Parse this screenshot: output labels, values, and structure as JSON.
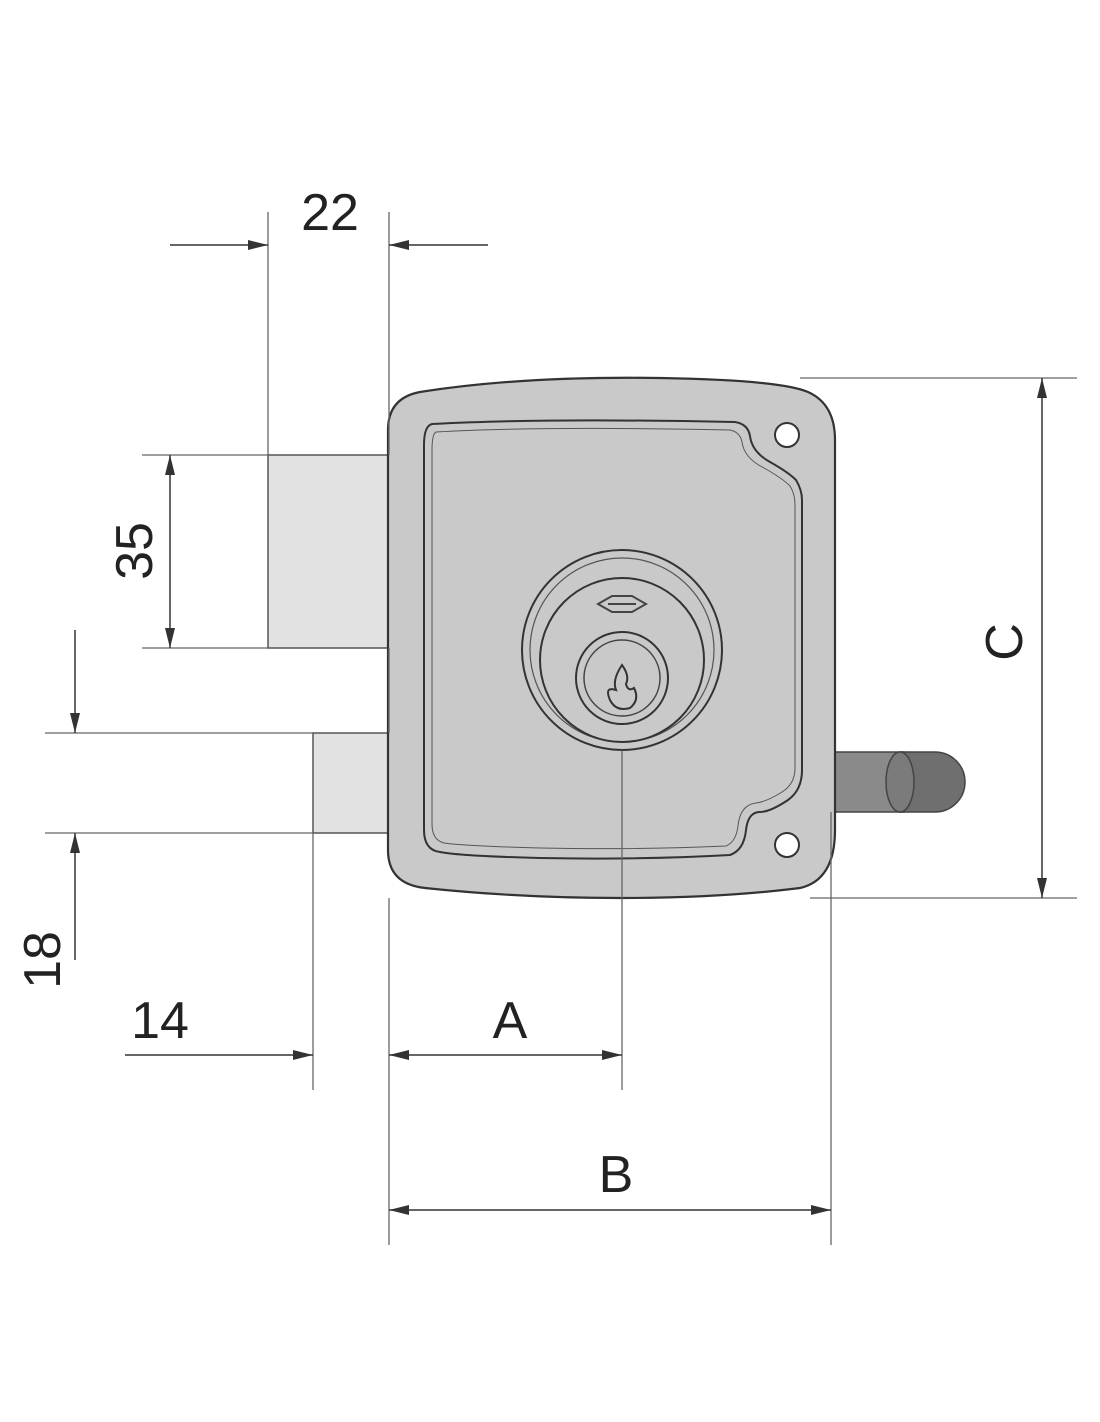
{
  "colors": {
    "line": "#333333",
    "dim_line": "#666666",
    "body_fill": "#c9c9c9",
    "bolt_fill": "#e2e2e2",
    "latch_fill": "#8a8a8a",
    "latch_tip": "#6f6f6f"
  },
  "dimensions": {
    "d22": "22",
    "d35": "35",
    "d18": "18",
    "d14": "14",
    "a": "A",
    "b": "B",
    "c": "C"
  },
  "icons": {
    "keyhole": "flame-keyhole-icon",
    "brand": "brand-logo-icon"
  }
}
